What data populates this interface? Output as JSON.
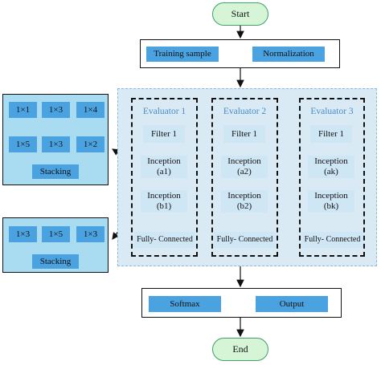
{
  "start": "Start",
  "end": "End",
  "preprocess": {
    "left": "Training sample",
    "right": "Normalization"
  },
  "evaluators": [
    {
      "title": "Evaluator 1",
      "filter": "Filter 1",
      "inc_a": [
        "Inception",
        "(a1)"
      ],
      "inc_b": [
        "Inception",
        "(b1)"
      ],
      "fc": "Fully- Connected"
    },
    {
      "title": "Evaluator 2",
      "filter": "Filter 1",
      "inc_a": [
        "Inception",
        "(a2)"
      ],
      "inc_b": [
        "Inception",
        "(b2)"
      ],
      "fc": "Fully- Connected"
    },
    {
      "title": "Evaluator 3",
      "filter": "Filter 1",
      "inc_a": [
        "Inception",
        "(ak)"
      ],
      "inc_b": [
        "Inception",
        "(bk)"
      ],
      "fc": "Fully- Connected"
    }
  ],
  "inception_a_detail": {
    "row1": [
      "1×1",
      "1×3",
      "1×4"
    ],
    "row2": [
      "1×5",
      "1×3",
      "1×2"
    ],
    "merge": "Stacking"
  },
  "inception_b_detail": {
    "row1": [
      "1×3",
      "1×5",
      "1×3"
    ],
    "merge": "Stacking"
  },
  "output_stage": {
    "left": "Softmax",
    "right": "Output"
  },
  "colors": {
    "block": "#4aa3e0",
    "light_block": "#cfe6f4",
    "panel": "#d9eaf5",
    "pill": "#d6f5d6",
    "title": "#4a8cc7"
  }
}
